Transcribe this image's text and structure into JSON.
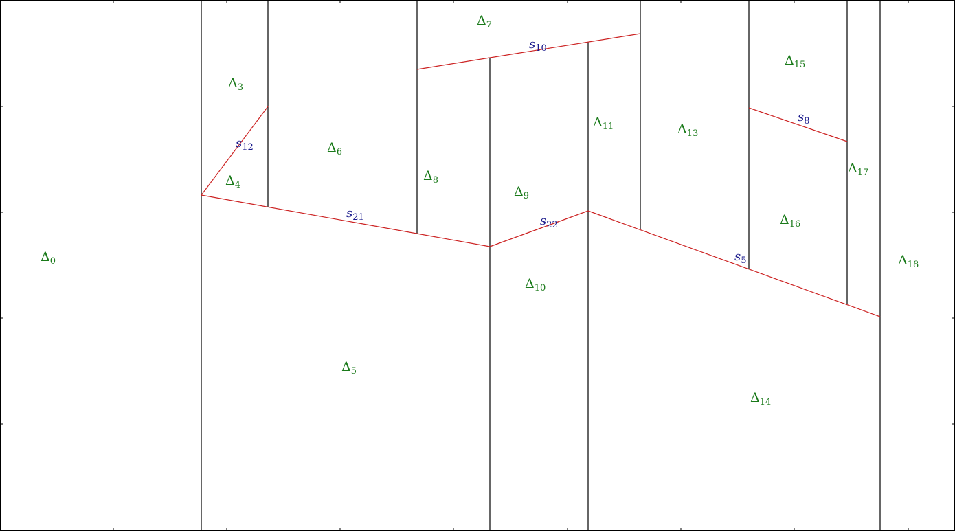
{
  "diagram": {
    "colors": {
      "region_label": "#1a7a1a",
      "segment_label": "#1a1a8c",
      "segment_line": "#cc2222",
      "wall_line": "#000000"
    },
    "regions": [
      {
        "id": "0",
        "symbol": "Δ",
        "sub": "0"
      },
      {
        "id": "3",
        "symbol": "Δ",
        "sub": "3"
      },
      {
        "id": "4",
        "symbol": "Δ",
        "sub": "4"
      },
      {
        "id": "5",
        "symbol": "Δ",
        "sub": "5"
      },
      {
        "id": "6",
        "symbol": "Δ",
        "sub": "6"
      },
      {
        "id": "7",
        "symbol": "Δ",
        "sub": "7"
      },
      {
        "id": "8",
        "symbol": "Δ",
        "sub": "8"
      },
      {
        "id": "9",
        "symbol": "Δ",
        "sub": "9"
      },
      {
        "id": "10",
        "symbol": "Δ",
        "sub": "10"
      },
      {
        "id": "11",
        "symbol": "Δ",
        "sub": "11"
      },
      {
        "id": "13",
        "symbol": "Δ",
        "sub": "13"
      },
      {
        "id": "14",
        "symbol": "Δ",
        "sub": "14"
      },
      {
        "id": "15",
        "symbol": "Δ",
        "sub": "15"
      },
      {
        "id": "16",
        "symbol": "Δ",
        "sub": "16"
      },
      {
        "id": "17",
        "symbol": "Δ",
        "sub": "17"
      },
      {
        "id": "18",
        "symbol": "Δ",
        "sub": "18"
      }
    ],
    "segments": [
      {
        "id": "5",
        "symbol": "s",
        "sub": "5"
      },
      {
        "id": "8",
        "symbol": "s",
        "sub": "8"
      },
      {
        "id": "10",
        "symbol": "s",
        "sub": "10"
      },
      {
        "id": "12",
        "symbol": "s",
        "sub": "12"
      },
      {
        "id": "21",
        "symbol": "s",
        "sub": "21"
      },
      {
        "id": "22",
        "symbol": "s",
        "sub": "22"
      }
    ]
  }
}
